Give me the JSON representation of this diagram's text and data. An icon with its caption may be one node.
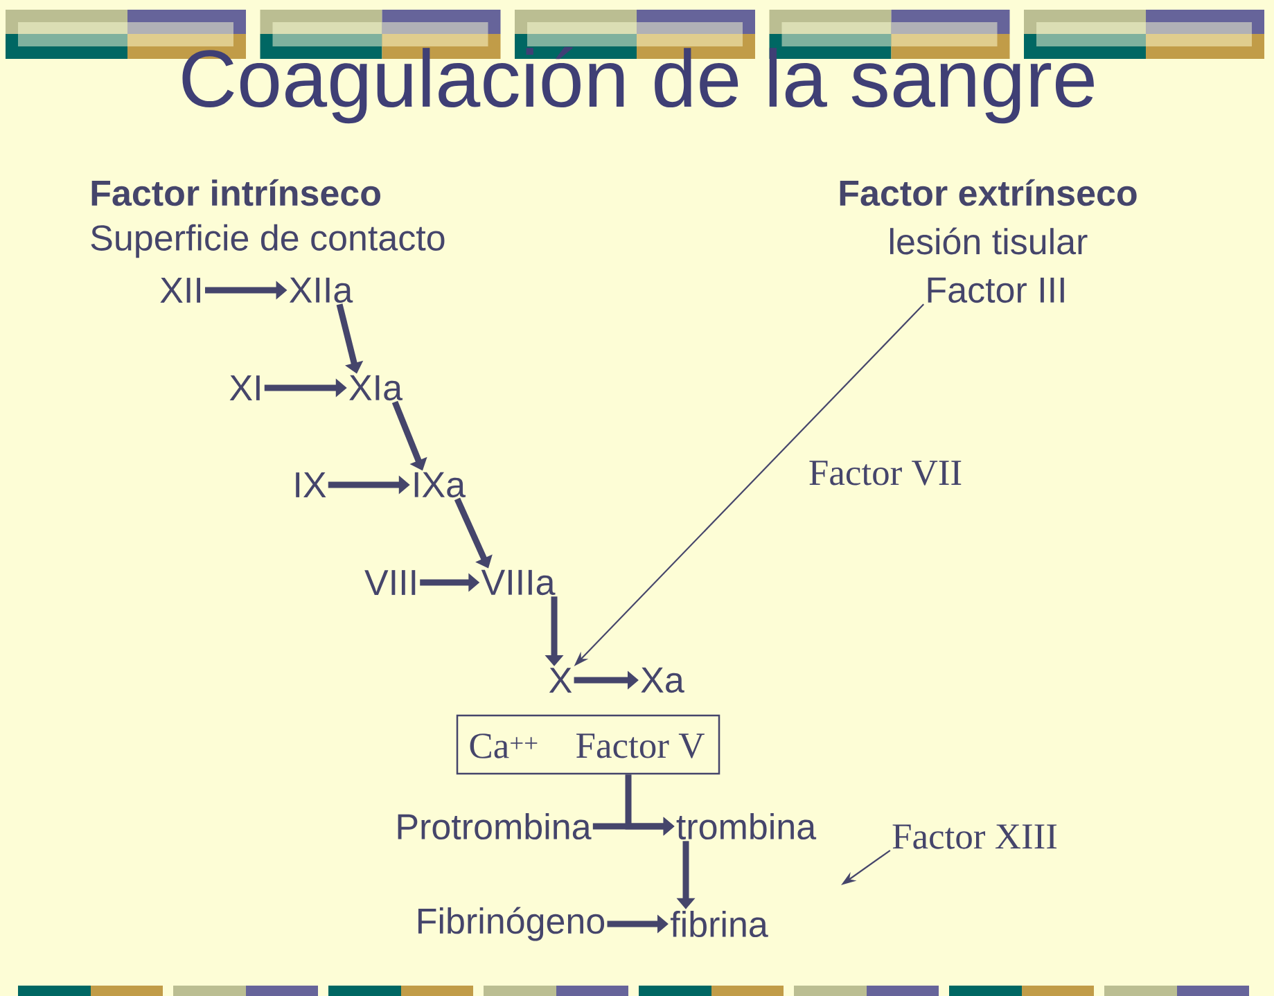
{
  "diagram": {
    "title": "Coagulación de la sangre",
    "nodes": [
      {
        "text": [
          "XII"
        ]
      },
      {
        "text": [
          "XIIa"
        ]
      },
      {
        "text": [
          "XI"
        ]
      },
      {
        "text": [
          "XIa"
        ]
      },
      {
        "text": [
          "IX"
        ]
      },
      {
        "text": [
          "IXa"
        ]
      },
      {
        "text": [
          "VIII"
        ]
      },
      {
        "text": [
          "VIIIa"
        ]
      },
      {
        "text": [
          "X"
        ]
      },
      {
        "text": [
          "Xa"
        ]
      },
      {
        "text": [
          "Ca$^{++}$",
          "Factor V"
        ]
      },
      {
        "text": [
          "Protrombina"
        ]
      },
      {
        "text": [
          "trombina"
        ]
      },
      {
        "text": [
          "Fibrinógeno"
        ]
      },
      {
        "text": [
          "fibrina"
        ]
      },
      {
        "text": [
          "Factor III"
        ]
      },
      {
        "text": [
          "Factor XIII"
        ]
      }
    ],
    "edges": [
      {
        "from": 0,
        "to": 1,
        "arrow": "to"
      },
      {
        "from": 1,
        "to": 3,
        "arrow": "to"
      },
      {
        "from": 2,
        "to": 3,
        "arrow": "to"
      },
      {
        "from": 3,
        "to": 5,
        "arrow": "to"
      },
      {
        "from": 4,
        "to": 5,
        "arrow": "to"
      },
      {
        "from": 5,
        "to": 7,
        "arrow": "to"
      },
      {
        "from": 6,
        "to": 7,
        "arrow": "to"
      },
      {
        "from": 7,
        "to": 8,
        "arrow": "to"
      },
      {
        "from": 8,
        "to": 9,
        "arrow": "to"
      },
      {
        "from": 10,
        "to": 12,
        "arrow": "to"
      },
      {
        "from": 11,
        "to": 12,
        "arrow": "to"
      },
      {
        "from": 12,
        "to": 14,
        "arrow": "to"
      },
      {
        "from": 13,
        "to": 14,
        "arrow": "to"
      },
      {
        "from": 15,
        "to": 8,
        "arrow": "to"
      },
      {
        "from": 16,
        "to": null,
        "arrow": "to"
      }
    ],
    "labels": [
      "Factor intrínseco",
      "Superficie de contacto",
      "Factor extrínseco",
      "lesión tisular",
      "Factor VII"
    ]
  }
}
